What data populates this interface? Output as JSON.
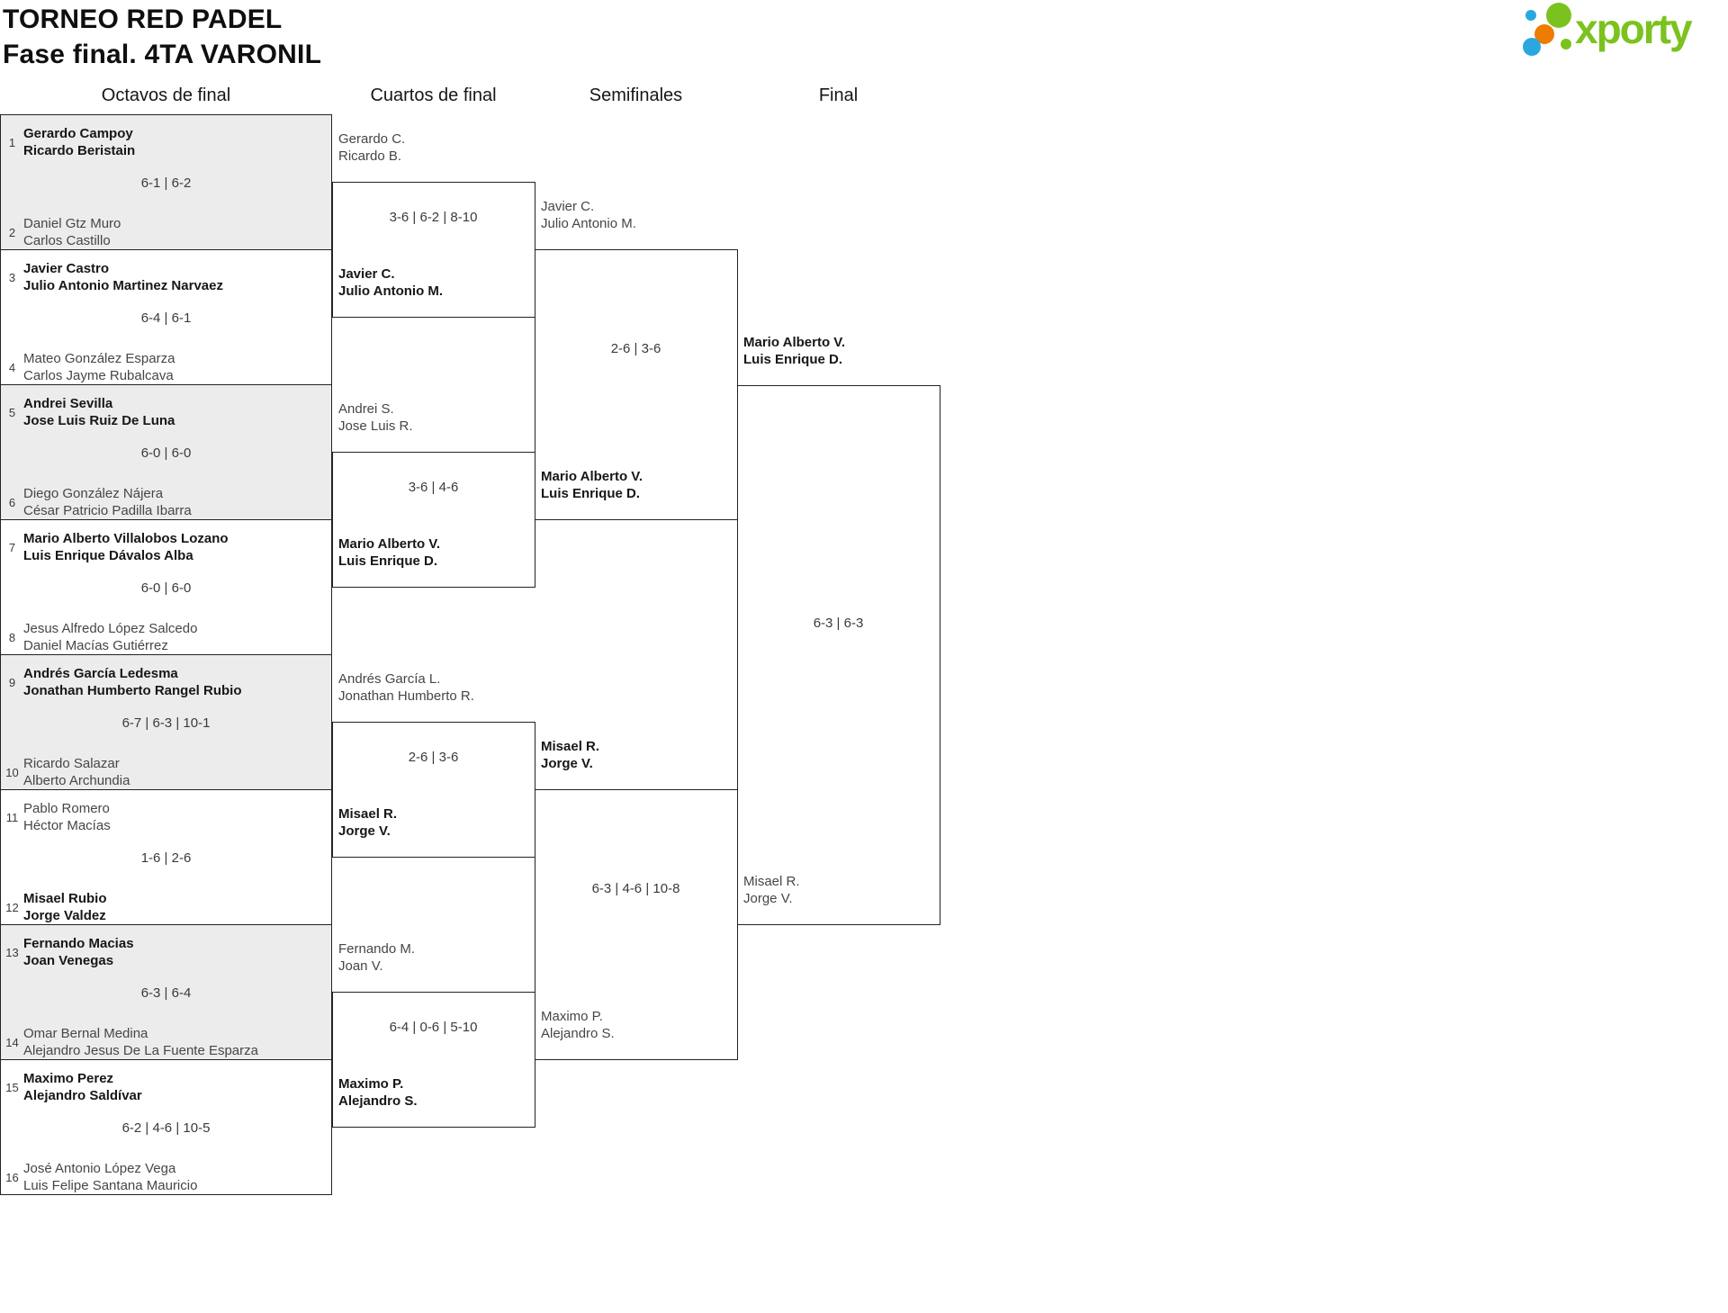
{
  "header": {
    "title": "TORNEO RED PADEL",
    "subtitle": "Fase final. 4TA VARONIL"
  },
  "logo": {
    "text": "xporty",
    "green": "#7bc21e",
    "blue": "#2ba7e0",
    "orange": "#ee7c00"
  },
  "rounds": [
    "Octavos de final",
    "Cuartos de final",
    "Semifinales",
    "Final"
  ],
  "octavos": [
    {
      "seed_a": "1",
      "team_a": [
        "Gerardo Campoy",
        "Ricardo Beristain"
      ],
      "a_winner": true,
      "score": "6-1 | 6-2",
      "seed_b": "2",
      "team_b": [
        "Daniel Gtz Muro",
        "Carlos Castillo"
      ],
      "b_winner": false,
      "shaded": true
    },
    {
      "seed_a": "3",
      "team_a": [
        "Javier Castro",
        "Julio Antonio Martinez Narvaez"
      ],
      "a_winner": true,
      "score": "6-4 | 6-1",
      "seed_b": "4",
      "team_b": [
        "Mateo González Esparza",
        "Carlos Jayme Rubalcava"
      ],
      "b_winner": false,
      "shaded": false
    },
    {
      "seed_a": "5",
      "team_a": [
        "Andrei Sevilla",
        "Jose Luis Ruiz De Luna"
      ],
      "a_winner": true,
      "score": "6-0 | 6-0",
      "seed_b": "6",
      "team_b": [
        "Diego González Nájera",
        "César Patricio Padilla Ibarra"
      ],
      "b_winner": false,
      "shaded": true
    },
    {
      "seed_a": "7",
      "team_a": [
        "Mario Alberto Villalobos Lozano",
        "Luis Enrique Dávalos Alba"
      ],
      "a_winner": true,
      "score": "6-0 | 6-0",
      "seed_b": "8",
      "team_b": [
        "Jesus Alfredo López Salcedo",
        "Daniel Macías Gutiérrez"
      ],
      "b_winner": false,
      "shaded": false
    },
    {
      "seed_a": "9",
      "team_a": [
        "Andrés García Ledesma",
        "Jonathan Humberto Rangel Rubio"
      ],
      "a_winner": true,
      "score": "6-7 | 6-3 | 10-1",
      "seed_b": "10",
      "team_b": [
        "Ricardo Salazar",
        "Alberto Archundia"
      ],
      "b_winner": false,
      "shaded": true
    },
    {
      "seed_a": "11",
      "team_a": [
        "Pablo Romero",
        "Héctor Macías"
      ],
      "a_winner": false,
      "score": "1-6 | 2-6",
      "seed_b": "12",
      "team_b": [
        "Misael Rubio",
        "Jorge Valdez"
      ],
      "b_winner": true,
      "shaded": false
    },
    {
      "seed_a": "13",
      "team_a": [
        "Fernando Macias",
        "Joan Venegas"
      ],
      "a_winner": true,
      "score": "6-3 | 6-4",
      "seed_b": "14",
      "team_b": [
        "Omar Bernal Medina",
        "Alejandro Jesus De La Fuente Esparza"
      ],
      "b_winner": false,
      "shaded": true
    },
    {
      "seed_a": "15",
      "team_a": [
        "Maximo Perez",
        "Alejandro Saldívar"
      ],
      "a_winner": true,
      "score": "6-2 | 4-6 | 10-5",
      "seed_b": "16",
      "team_b": [
        "José Antonio López Vega",
        "Luis Felipe Santana Mauricio"
      ],
      "b_winner": false,
      "shaded": false
    }
  ],
  "cuartos": [
    {
      "team_a": [
        "Gerardo C.",
        "Ricardo B."
      ],
      "a_winner": false,
      "score": "3-6 | 6-2 | 8-10",
      "team_b": [
        "Javier C.",
        "Julio Antonio M."
      ],
      "b_winner": true
    },
    {
      "team_a": [
        "Andrei S.",
        "Jose Luis R."
      ],
      "a_winner": false,
      "score": "3-6 | 4-6",
      "team_b": [
        "Mario Alberto V.",
        "Luis Enrique D."
      ],
      "b_winner": true
    },
    {
      "team_a": [
        "Andrés García L.",
        "Jonathan Humberto R."
      ],
      "a_winner": false,
      "score": "2-6 | 3-6",
      "team_b": [
        "Misael R.",
        "Jorge V."
      ],
      "b_winner": true
    },
    {
      "team_a": [
        "Fernando M.",
        "Joan V."
      ],
      "a_winner": false,
      "score": "6-4 | 0-6 | 5-10",
      "team_b": [
        "Maximo P.",
        "Alejandro S."
      ],
      "b_winner": true
    }
  ],
  "semifinales": [
    {
      "team_a": [
        "Javier C.",
        "Julio Antonio M."
      ],
      "a_winner": false,
      "score": "2-6 | 3-6",
      "team_b": [
        "Mario Alberto V.",
        "Luis Enrique D."
      ],
      "b_winner": true
    },
    {
      "team_a": [
        "Misael R.",
        "Jorge V."
      ],
      "a_winner": true,
      "score": "6-3 | 4-6 | 10-8",
      "team_b": [
        "Maximo P.",
        "Alejandro S."
      ],
      "b_winner": false
    }
  ],
  "final": {
    "team_a": [
      "Mario Alberto V.",
      "Luis Enrique D."
    ],
    "a_winner": true,
    "score": "6-3 | 6-3",
    "team_b": [
      "Misael R.",
      "Jorge V."
    ],
    "b_winner": false
  }
}
